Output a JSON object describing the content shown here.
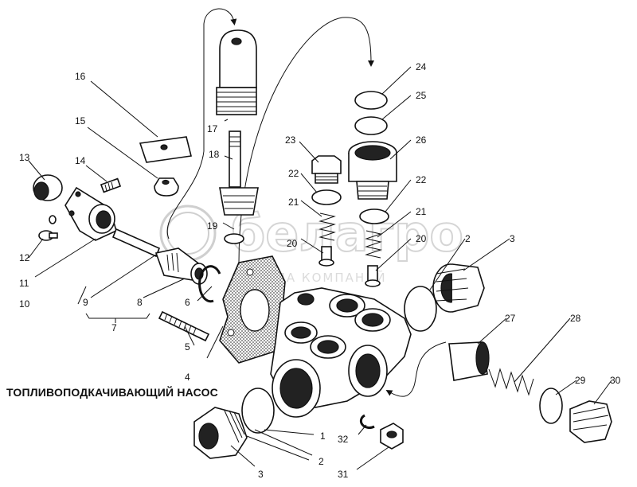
{
  "diagram": {
    "title": "ТОПЛИВОПОДКАЧИВАЮЩИЙ НАСОС",
    "watermark": {
      "brand": "белагро",
      "tagline": "ГРУППА КОМПАНИЙ"
    },
    "part_labels": [
      "1",
      "2",
      "3",
      "4",
      "5",
      "6",
      "7",
      "8",
      "9",
      "10",
      "11",
      "12",
      "13",
      "14",
      "15",
      "16",
      "17",
      "18",
      "19",
      "20",
      "21",
      "22",
      "23",
      "24",
      "25",
      "26",
      "27",
      "28",
      "29",
      "30",
      "31",
      "32"
    ],
    "callouts": {
      "n1": "1",
      "n2a": "2",
      "n2b": "2",
      "n3a": "3",
      "n3b": "3",
      "n4": "4",
      "n5": "5",
      "n6": "6",
      "n7": "7",
      "n8": "8",
      "n9": "9",
      "n10": "10",
      "n11": "11",
      "n12": "12",
      "n13": "13",
      "n14": "14",
      "n15": "15",
      "n16": "16",
      "n17": "17",
      "n18": "18",
      "n19": "19",
      "n20a": "20",
      "n20b": "20",
      "n21a": "21",
      "n21b": "21",
      "n22a": "22",
      "n22b": "22",
      "n23": "23",
      "n24": "24",
      "n25": "25",
      "n26": "26",
      "n27": "27",
      "n28": "28",
      "n29": "29",
      "n30": "30",
      "n31": "31",
      "n32": "32"
    }
  }
}
